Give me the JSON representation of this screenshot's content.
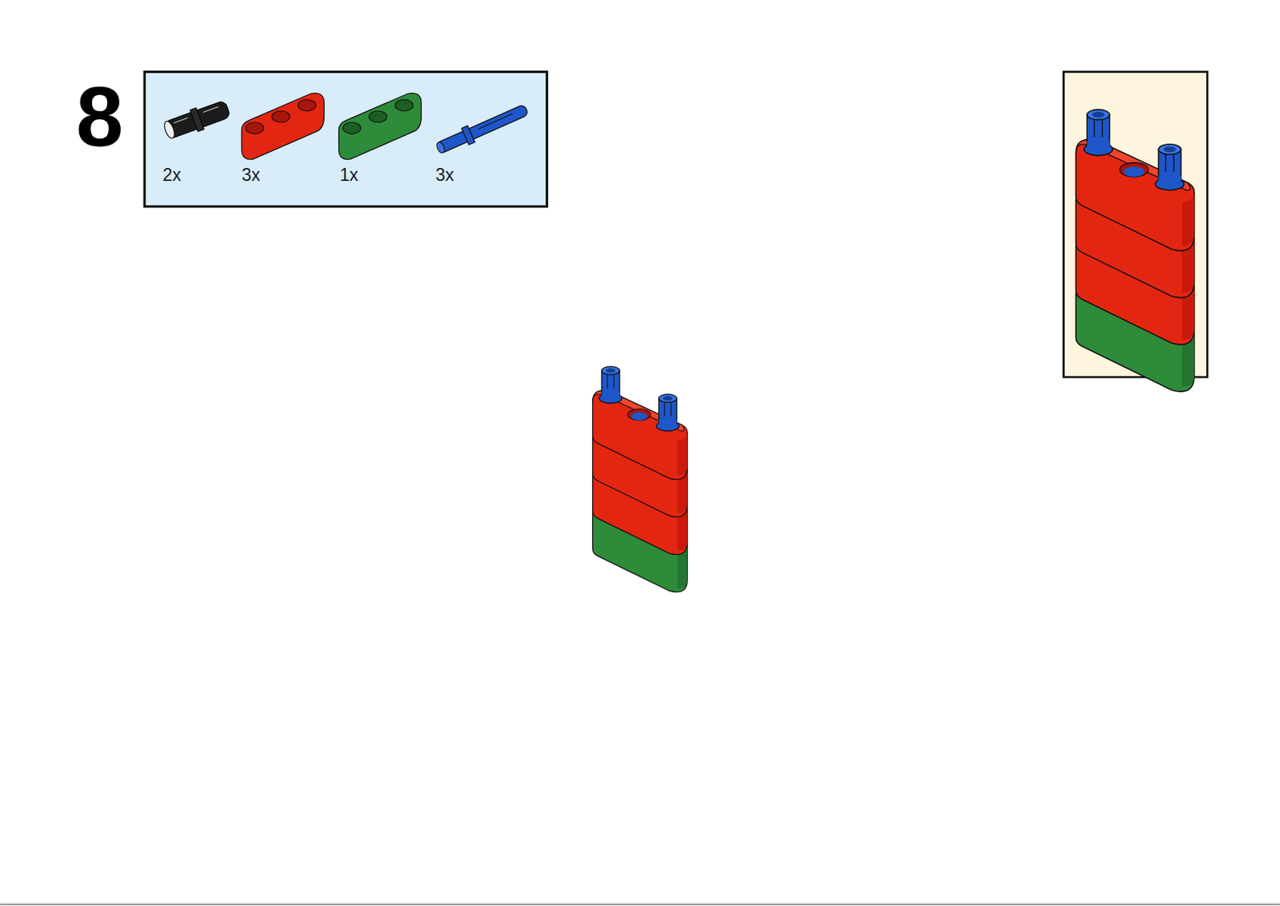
{
  "diagram": {
    "labels": [
      "8",
      "2x",
      "3x",
      "1x",
      "3x"
    ]
  }
}
